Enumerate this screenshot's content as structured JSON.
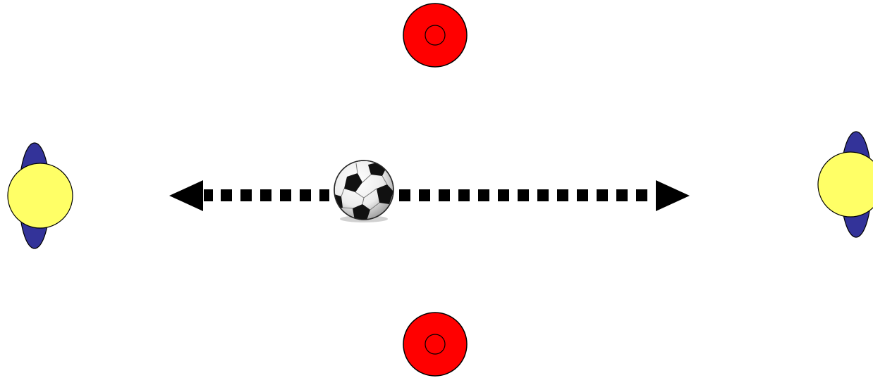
{
  "diagram": {
    "type": "soccer-drill",
    "colors": {
      "background": "#ffffff",
      "cone": "#ff0000",
      "cone_outline": "#000000",
      "player_body": "#333399",
      "player_head": "#ffff66",
      "arrow": "#000000",
      "ball_white": "#f4f4f4",
      "ball_panel": "#111111"
    },
    "elements": {
      "cones": [
        "cone-top",
        "cone-bottom"
      ],
      "players": [
        "player-left",
        "player-right"
      ],
      "ball": "soccer-ball-icon",
      "arrows": [
        "arrow-left",
        "arrow-right"
      ],
      "arrow_style": "dotted-square-dashes"
    }
  }
}
